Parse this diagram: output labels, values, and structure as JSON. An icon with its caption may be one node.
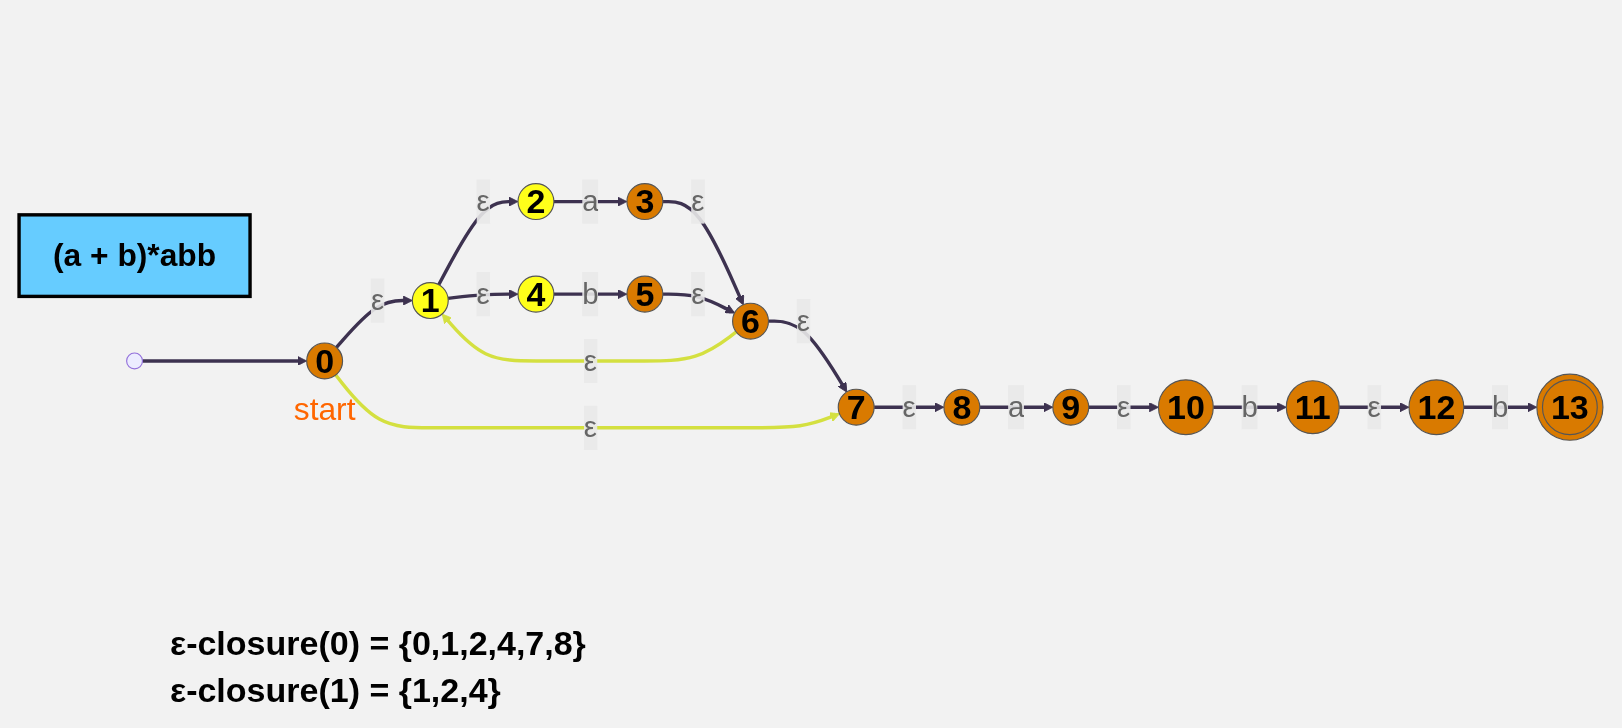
{
  "diagram": {
    "nodes": [
      {
        "text": [
          "0"
        ],
        "beside": [
          "start"
        ]
      },
      {
        "text": [
          "1"
        ]
      },
      {
        "text": [
          "2"
        ]
      },
      {
        "text": [
          "3"
        ]
      },
      {
        "text": [
          "4"
        ]
      },
      {
        "text": [
          "5"
        ]
      },
      {
        "text": [
          "6"
        ]
      },
      {
        "text": [
          "7"
        ]
      },
      {
        "text": [
          "8"
        ]
      },
      {
        "text": [
          "9"
        ]
      },
      {
        "text": [
          "10"
        ]
      },
      {
        "text": [
          "11"
        ]
      },
      {
        "text": [
          "12"
        ]
      },
      {
        "text": [
          "13"
        ]
      },
      {
        "text": [
          "(a + b)*abb"
        ]
      }
    ],
    "edges": [
      {
        "from": null,
        "to": 0,
        "arrow": "to"
      },
      {
        "from": 0,
        "to": 1,
        "arrow": "to",
        "label": "ε"
      },
      {
        "from": 1,
        "to": 2,
        "arrow": "to",
        "label": "ε"
      },
      {
        "from": 1,
        "to": 4,
        "arrow": "to",
        "label": "ε"
      },
      {
        "from": 2,
        "to": 3,
        "arrow": "to",
        "label": "a"
      },
      {
        "from": 4,
        "to": 5,
        "arrow": "to",
        "label": "b"
      },
      {
        "from": 3,
        "to": 6,
        "arrow": "to",
        "label": "ε"
      },
      {
        "from": 5,
        "to": 6,
        "arrow": "to",
        "label": "ε"
      },
      {
        "from": 6,
        "to": 1,
        "arrow": "to",
        "label": "ε",
        "color": "#d4e040"
      },
      {
        "from": 6,
        "to": 7,
        "arrow": "to",
        "label": "ε"
      },
      {
        "from": 0,
        "to": 7,
        "arrow": "to",
        "label": "ε",
        "color": "#d4e040"
      },
      {
        "from": 7,
        "to": 8,
        "arrow": "to",
        "label": "ε"
      },
      {
        "from": 8,
        "to": 9,
        "arrow": "to",
        "label": "a"
      },
      {
        "from": 9,
        "to": 10,
        "arrow": "to",
        "label": "ε"
      },
      {
        "from": 10,
        "to": 11,
        "arrow": "to",
        "label": "b"
      },
      {
        "from": 11,
        "to": 12,
        "arrow": "to",
        "label": "ε"
      },
      {
        "from": 12,
        "to": 13,
        "arrow": "to",
        "label": "b"
      }
    ],
    "labels": [
      "ε-closure(0) = {0,1,2,4,7,8}",
      "ε-closure(1) = {1,2,4}"
    ]
  }
}
